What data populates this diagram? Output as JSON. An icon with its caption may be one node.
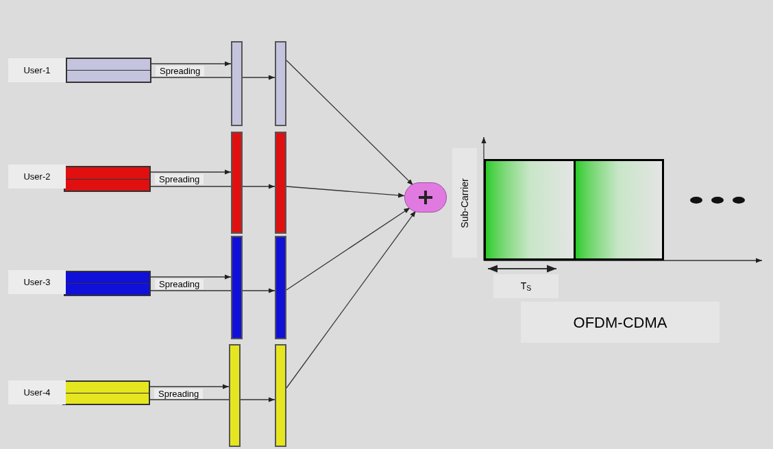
{
  "diagram": {
    "nodes": [
      {
        "text": [],
        "shape": "bar",
        "beside": [
          "User-1"
        ]
      },
      {
        "text": [],
        "shape": "bar",
        "beside": [
          "User-2"
        ]
      },
      {
        "text": [],
        "shape": "bar",
        "beside": [
          "User-3"
        ]
      },
      {
        "text": [],
        "shape": "bar",
        "beside": [
          "User-4"
        ]
      },
      {
        "text": [],
        "shape": "bar"
      },
      {
        "text": [],
        "shape": "bar"
      },
      {
        "text": [],
        "shape": "bar"
      },
      {
        "text": [],
        "shape": "bar"
      },
      {
        "text": [],
        "shape": "bar"
      },
      {
        "text": [],
        "shape": "bar"
      },
      {
        "text": [],
        "shape": "bar"
      },
      {
        "text": [],
        "shape": "bar"
      },
      {
        "text": [],
        "shape": "circle"
      },
      {
        "text": [],
        "shape": "box"
      },
      {
        "text": [],
        "shape": "box"
      }
    ],
    "edges": [
      {
        "from": 0,
        "to": 4,
        "arrow": "to",
        "label": "Spreading"
      },
      {
        "from": 0,
        "to": 4,
        "arrow": "none"
      },
      {
        "from": 4,
        "to": 8,
        "arrow": "to"
      },
      {
        "from": 1,
        "to": 5,
        "arrow": "to",
        "label": "Spreading"
      },
      {
        "from": 1,
        "to": 5,
        "arrow": "none"
      },
      {
        "from": 5,
        "to": 9,
        "arrow": "to"
      },
      {
        "from": 2,
        "to": 6,
        "arrow": "to",
        "label": "Spreading"
      },
      {
        "from": 2,
        "to": 6,
        "arrow": "none"
      },
      {
        "from": 6,
        "to": 10,
        "arrow": "to"
      },
      {
        "from": 3,
        "to": 7,
        "arrow": "to",
        "label": "Spreading"
      },
      {
        "from": 3,
        "to": 7,
        "arrow": "none"
      },
      {
        "from": 7,
        "to": 11,
        "arrow": "to"
      },
      {
        "from": 8,
        "to": 12,
        "arrow": "to"
      },
      {
        "from": 9,
        "to": 12,
        "arrow": "to"
      },
      {
        "from": 10,
        "to": 12,
        "arrow": "to"
      },
      {
        "from": 11,
        "to": 12,
        "arrow": "to"
      }
    ],
    "labels": [
      "Sub-Carrier",
      "T$_{S}$",
      "OFDM-CDMA"
    ]
  }
}
